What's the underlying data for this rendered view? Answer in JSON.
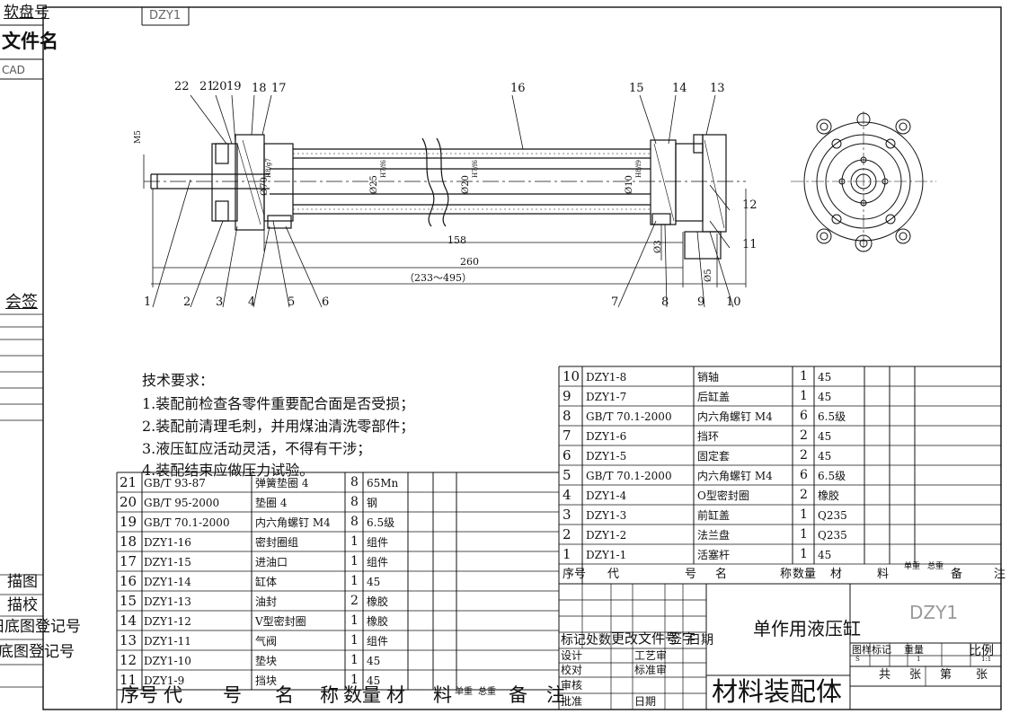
{
  "margin": {
    "disk_no": "软盘号",
    "stamp_code": "DZY1",
    "file_name": "文件名",
    "cad": "CAD",
    "sign": "会签",
    "draw": "描图",
    "check": "描校",
    "old_reg": "旧底图登记号",
    "base_reg": "底图登记号"
  },
  "callouts": [
    "22",
    "21",
    "20",
    "19",
    "18",
    "17",
    "16",
    "15",
    "14",
    "13",
    "12",
    "11",
    "1",
    "2",
    "3",
    "4",
    "5",
    "6",
    "7",
    "8",
    "9",
    "10"
  ],
  "dims": {
    "m5": "M5",
    "d70": "Ø70",
    "d25": "Ø25",
    "d20": "Ø20",
    "d10": "Ø10",
    "d3": "Ø3",
    "d5": "Ø5",
    "fit1": "H8/g7",
    "fit2": "H7/f6",
    "fit3": "H7/f6",
    "fit4": "H8/f9",
    "len158": "158",
    "len260": "260",
    "stroke": "（233～495）"
  },
  "tech": {
    "title": "技术要求：",
    "items": [
      "1.装配前检查各零件重要配合面是否受损；",
      "2.装配前清理毛刺，并用煤油清洗零部件；",
      "3.液压缸应活动灵活，不得有干涉；",
      "4.装配结束应做压力试验。"
    ]
  },
  "bom_right": [
    {
      "no": "10",
      "code": "DZY1-8",
      "name": "销轴",
      "qty": "1",
      "mat": "45"
    },
    {
      "no": "9",
      "code": "DZY1-7",
      "name": "后缸盖",
      "qty": "1",
      "mat": "45"
    },
    {
      "no": "8",
      "code": "GB/T 70.1-2000",
      "name": "内六角螺钉 M4",
      "qty": "6",
      "mat": "6.5级"
    },
    {
      "no": "7",
      "code": "DZY1-6",
      "name": "挡环",
      "qty": "2",
      "mat": "45"
    },
    {
      "no": "6",
      "code": "DZY1-5",
      "name": "固定套",
      "qty": "2",
      "mat": "45"
    },
    {
      "no": "5",
      "code": "GB/T 70.1-2000",
      "name": "内六角螺钉 M4",
      "qty": "6",
      "mat": "6.5级"
    },
    {
      "no": "4",
      "code": "DZY1-4",
      "name": "O型密封圈",
      "qty": "2",
      "mat": "橡胶"
    },
    {
      "no": "3",
      "code": "DZY1-3",
      "name": "前缸盖",
      "qty": "1",
      "mat": "Q235"
    },
    {
      "no": "2",
      "code": "DZY1-2",
      "name": "法兰盘",
      "qty": "1",
      "mat": "Q235"
    },
    {
      "no": "1",
      "code": "DZY1-1",
      "name": "活塞杆",
      "qty": "1",
      "mat": "45"
    }
  ],
  "bom_left": [
    {
      "no": "21",
      "code": "GB/T 93-87",
      "name": "弹簧垫圈 4",
      "qty": "8",
      "mat": "65Mn"
    },
    {
      "no": "20",
      "code": "GB/T 95-2000",
      "name": "垫圈 4",
      "qty": "8",
      "mat": "钢"
    },
    {
      "no": "19",
      "code": "GB/T 70.1-2000",
      "name": "内六角螺钉 M4",
      "qty": "8",
      "mat": "6.5级"
    },
    {
      "no": "18",
      "code": "DZY1-16",
      "name": "密封圈组",
      "qty": "1",
      "mat": "组件"
    },
    {
      "no": "17",
      "code": "DZY1-15",
      "name": "进油口",
      "qty": "1",
      "mat": "组件"
    },
    {
      "no": "16",
      "code": "DZY1-14",
      "name": "缸体",
      "qty": "1",
      "mat": "45"
    },
    {
      "no": "15",
      "code": "DZY1-13",
      "name": "油封",
      "qty": "2",
      "mat": "橡胶"
    },
    {
      "no": "14",
      "code": "DZY1-12",
      "name": "V型密封圈",
      "qty": "1",
      "mat": "橡胶"
    },
    {
      "no": "13",
      "code": "DZY1-11",
      "name": "气阀",
      "qty": "1",
      "mat": "组件"
    },
    {
      "no": "12",
      "code": "DZY1-10",
      "name": "垫块",
      "qty": "1",
      "mat": "45"
    },
    {
      "no": "11",
      "code": "DZY1-9",
      "name": "挡块",
      "qty": "1",
      "mat": "45"
    }
  ],
  "header_right": {
    "no": "序号",
    "code1": "代",
    "code2": "号",
    "name1": "名",
    "name2": "称",
    "qty": "数量",
    "mat1": "材",
    "mat2": "料",
    "unit_wt": "单重",
    "total_wt": "总重",
    "rem1": "备",
    "rem2": "注"
  },
  "header_left": {
    "no": "序号",
    "code1": "代",
    "code2": "号",
    "name1": "名",
    "name2": "称",
    "qty": "数量",
    "mat1": "材",
    "mat2": "料",
    "unit_wt": "单重",
    "total_wt": "总重",
    "rem1": "备",
    "rem2": "注"
  },
  "title_block": {
    "title": "单作用液压缸",
    "drawing_no": "DZY1",
    "material": "材料装配体",
    "mark": "标记",
    "count": "处数",
    "change_doc": "更改文件号",
    "signature": "签字",
    "date": "日期",
    "design": "设计",
    "check": "校对",
    "review": "审核",
    "approve": "批准",
    "process": "工艺审",
    "standard": "标准审",
    "day": "日期",
    "stage": "图样标记",
    "weight": "重量",
    "ratio": "比例",
    "s": "S",
    "one": "1",
    "scale": "1:1",
    "total": "共",
    "sheets": "张",
    "sheet_no": "第",
    "sheets2": "张"
  }
}
